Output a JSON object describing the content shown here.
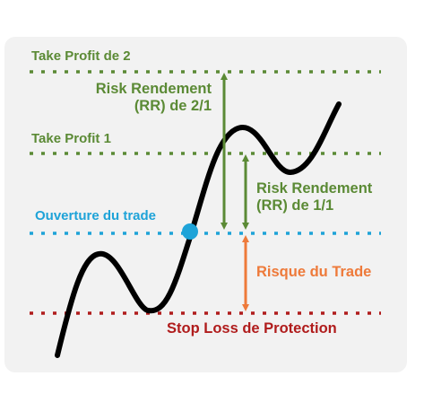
{
  "labels": {
    "take_profit_2": "Take Profit de 2",
    "take_profit_1": "Take Profit 1",
    "rr_2_1_line1": "Risk Rendement",
    "rr_2_1_line2": "(RR) de 2/1",
    "rr_1_1_line1": "Risk Rendement",
    "rr_1_1_line2": "(RR) de 1/1",
    "entry": "Ouverture du trade",
    "risk": "Risque du Trade",
    "stop_loss": "Stop Loss de Protection"
  },
  "colors": {
    "green": "#5b8a35",
    "blue": "#1ea3d8",
    "orange": "#ee7a3a",
    "red": "#b01c1c",
    "panel": "#f2f2f2",
    "curve": "#000000"
  }
}
